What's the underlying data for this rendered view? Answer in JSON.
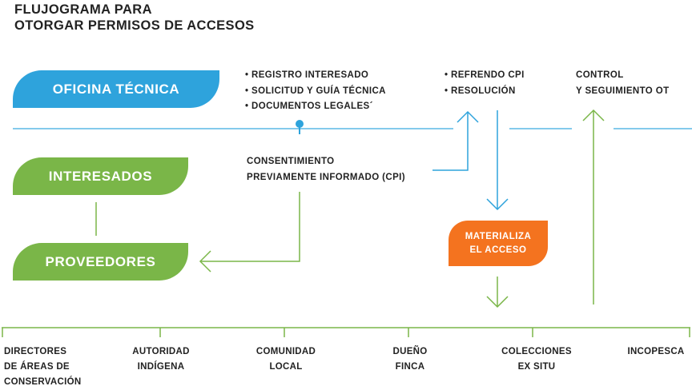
{
  "title": [
    "FLUJOGRAMA PARA",
    "OTORGAR PERMISOS DE ACCESOS"
  ],
  "nodes": {
    "oficina": "OFICINA TÉCNICA",
    "interesados": "INTERESADOS",
    "proveedores": "PROVEEDORES",
    "materializa": [
      "MATERIALIZA",
      "EL ACCESO"
    ]
  },
  "steps_oficina": [
    "REGISTRO INTERESADO",
    "SOLICITUD Y GUÍA TÉCNICA",
    "DOCUMENTOS LEGALES´"
  ],
  "steps_refrendo": [
    "REFRENDO CPI",
    "RESOLUCIÓN"
  ],
  "control": [
    "CONTROL",
    "Y SEGUIMIENTO OT"
  ],
  "cpi": [
    "CONSENTIMIENTO",
    "PREVIAMENTE INFORMADO (CPI)"
  ],
  "actors": [
    [
      "DIRECTORES",
      "DE ÁREAS DE",
      "CONSERVACIÓN"
    ],
    [
      "AUTORIDAD",
      "INDÍGENA"
    ],
    [
      "COMUNIDAD",
      "LOCAL"
    ],
    [
      "DUEÑO",
      "FINCA"
    ],
    [
      "COLECCIONES",
      "EX SITU"
    ],
    [
      "INCOPESCA"
    ]
  ],
  "colors": {
    "blue": "#2ea3dc",
    "green": "#7ab648",
    "orange": "#f4731f",
    "line_blue": "#5bb8e6",
    "line_green": "#7ab648"
  }
}
